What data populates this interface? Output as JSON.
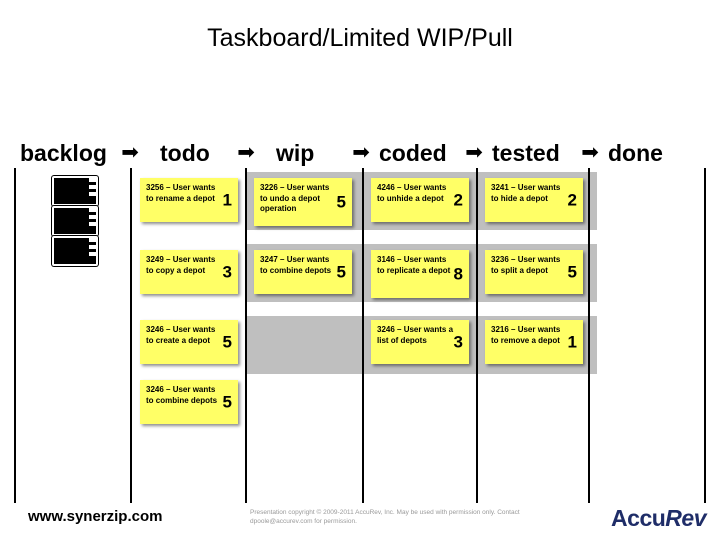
{
  "slide": {
    "title": "Taskboard/Limited WIP/Pull"
  },
  "board": {
    "arrow_icon": "➡",
    "columns": [
      {
        "key": "backlog",
        "label": "backlog"
      },
      {
        "key": "todo",
        "label": "todo"
      },
      {
        "key": "wip",
        "label": "wip"
      },
      {
        "key": "coded",
        "label": "coded"
      },
      {
        "key": "tested",
        "label": "tested"
      },
      {
        "key": "done",
        "label": "done"
      }
    ],
    "backlog_stack": {
      "icon_name": "stacked-card-icon",
      "count": 3
    },
    "cards": [
      {
        "column": "todo",
        "row": 1,
        "id": "3256",
        "text": "3256 – User wants to rename a depot",
        "points": "1"
      },
      {
        "column": "wip",
        "row": 1,
        "id": "3226",
        "text": "3226 – User wants to undo a depot operation",
        "points": "5"
      },
      {
        "column": "coded",
        "row": 1,
        "id": "4246",
        "text": "4246 – User wants to unhide a depot",
        "points": "2"
      },
      {
        "column": "tested",
        "row": 1,
        "id": "3241",
        "text": "3241 – User wants to hide a depot",
        "points": "2"
      },
      {
        "column": "todo",
        "row": 2,
        "id": "3249",
        "text": "3249 – User wants to copy a depot",
        "points": "3"
      },
      {
        "column": "wip",
        "row": 2,
        "id": "3247",
        "text": "3247 – User wants to combine depots",
        "points": "5"
      },
      {
        "column": "coded",
        "row": 2,
        "id": "3146",
        "text": "3146 – User wants to replicate a depot",
        "points": "8"
      },
      {
        "column": "tested",
        "row": 2,
        "id": "3236",
        "text": "3236 – User wants to split a depot",
        "points": "5"
      },
      {
        "column": "todo",
        "row": 3,
        "id": "3246",
        "text": "3246 – User wants to create a depot",
        "points": "5"
      },
      {
        "column": "coded",
        "row": 3,
        "id": "3246b",
        "text": "3246 – User wants a list of depots",
        "points": "3"
      },
      {
        "column": "tested",
        "row": 3,
        "id": "3216",
        "text": "3216 – User wants to remove a depot",
        "points": "1"
      },
      {
        "column": "todo",
        "row": 4,
        "id": "3246c",
        "text": "3246 – User wants to combine depots",
        "points": "5"
      }
    ],
    "colors": {
      "card": "#ffff66",
      "wip_band": "#bfbfbf",
      "divider": "#000000"
    }
  },
  "footer": {
    "site": "www.synerzip.com",
    "copyright": "Presentation copyright © 2009-2011 AccuRev, Inc. May be used with permission only. Contact dpoole@accurev.com for permission.",
    "logo_accu": "Accu",
    "logo_rev": "Rev"
  }
}
